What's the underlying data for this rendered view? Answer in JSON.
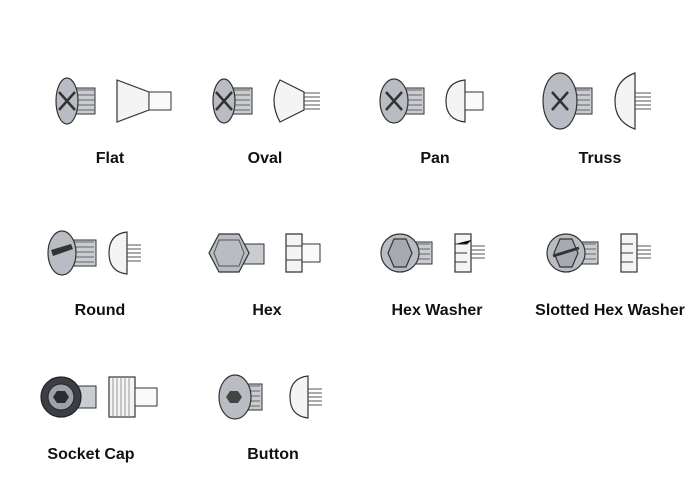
{
  "title": "",
  "items": [
    {
      "name": "Flat",
      "icon": "flat-head-screw-icon"
    },
    {
      "name": "Oval",
      "icon": "oval-head-screw-icon"
    },
    {
      "name": "Pan",
      "icon": "pan-head-screw-icon"
    },
    {
      "name": "Truss",
      "icon": "truss-head-screw-icon"
    },
    {
      "name": "Round",
      "icon": "round-head-screw-icon"
    },
    {
      "name": "Hex",
      "icon": "hex-head-screw-icon"
    },
    {
      "name": "Hex Washer",
      "icon": "hex-washer-head-screw-icon"
    },
    {
      "name": "Slotted Hex Washer",
      "icon": "slotted-hex-washer-head-screw-icon"
    },
    {
      "name": "Socket Cap",
      "icon": "socket-cap-screw-icon"
    },
    {
      "name": "Button",
      "icon": "button-head-screw-icon"
    }
  ],
  "colors": {
    "metal": "#b9bcc2",
    "metal_dark": "#5d6066",
    "outline": "#333333",
    "profile": "#f4f4f4"
  }
}
